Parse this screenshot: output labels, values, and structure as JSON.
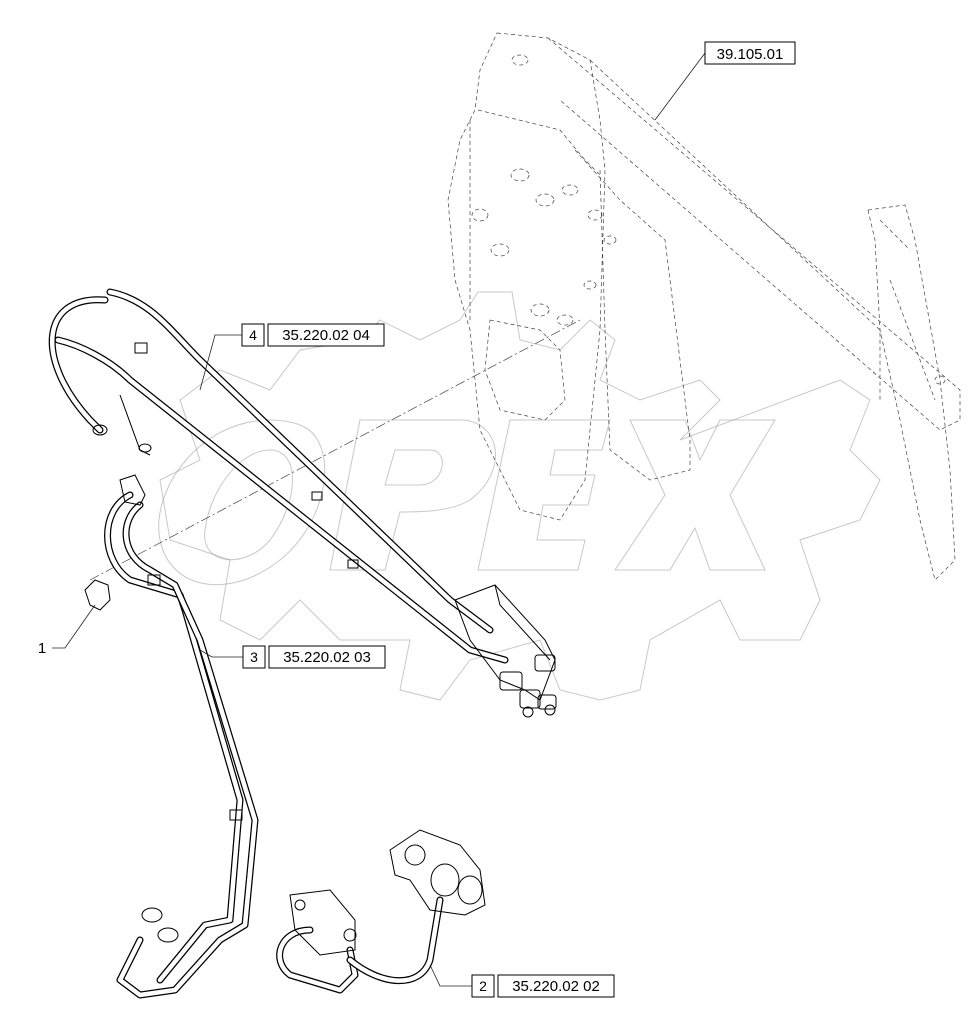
{
  "watermark": {
    "brand": "OPEX"
  },
  "callouts": {
    "frame_ref": "39.105.01",
    "item1": "1",
    "item2": {
      "number": "2",
      "ref": "35.220.02 02"
    },
    "item3": {
      "number": "3",
      "ref": "35.220.02 03"
    },
    "item4": {
      "number": "4",
      "ref": "35.220.02 04"
    }
  },
  "colors": {
    "line": "#000000",
    "watermark": "#9a9a9a",
    "background": "#ffffff"
  }
}
